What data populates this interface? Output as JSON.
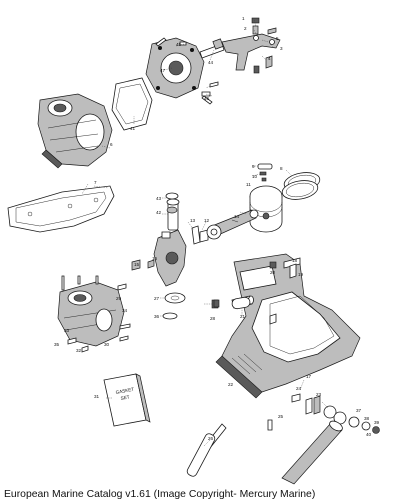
{
  "caption": "European Marine Catalog v1.61 (Image Copyright- Mercury Marine)",
  "callouts": {
    "c1": "1",
    "c2": "2",
    "c3": "3",
    "c4": "4",
    "c5": "5",
    "c6": "6",
    "c7": "7",
    "c8": "8",
    "c9": "9",
    "c10": "10",
    "c11": "11",
    "c12": "12",
    "c13": "13",
    "c14": "14",
    "c15": "15",
    "c16": "16",
    "c17": "17",
    "c18": "18",
    "c19": "19",
    "c20": "20",
    "c21": "21",
    "c22": "22",
    "c23": "23",
    "c24": "24",
    "c25": "25",
    "c26": "26",
    "c27": "27",
    "c28": "28",
    "c29": "29",
    "c30": "30",
    "c31": "31",
    "c32": "32",
    "c33": "33",
    "c34": "34",
    "c35": "35",
    "c36": "36",
    "c37": "37",
    "c38": "38",
    "c39": "39",
    "c40": "40",
    "c41": "41",
    "c42": "42",
    "c43": "43",
    "c44": "44",
    "c45": "45",
    "c46": "46",
    "c47": "47"
  },
  "gasket_set_label_1": "GASKET",
  "gasket_set_label_2": "SET"
}
